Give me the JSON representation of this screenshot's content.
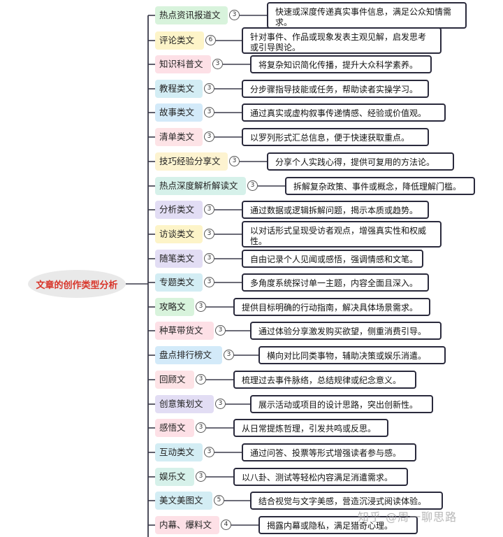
{
  "root": {
    "label": "文章的创作类型分析"
  },
  "branches": [
    {
      "label": "热点资讯报道文",
      "count": "3",
      "desc": "快速或深度传递真实事件信息，满足公众知情需求。",
      "color": "#d8f3dc"
    },
    {
      "label": "评论类文",
      "count": "6",
      "desc": "针对事件、作品或现象发表主观见解，启发思考或引导舆论。",
      "color": "#fdf4c8"
    },
    {
      "label": "知识科普文",
      "count": "3",
      "desc": "将复杂知识简化传播，提升大众科学素养。",
      "color": "#fde0e6"
    },
    {
      "label": "教程类文",
      "count": "3",
      "desc": "分步骤指导技能或任务，帮助读者实操学习。",
      "color": "#d3edf4"
    },
    {
      "label": "故事类文",
      "count": "3",
      "desc": "通过真实或虚构叙事传递情感、经验或价值观。",
      "color": "#d3eaf9"
    },
    {
      "label": "清单类文",
      "count": "3",
      "desc": "以罗列形式汇总信息，便于快速获取重点。",
      "color": "#fde3e6"
    },
    {
      "label": "技巧经验分享文",
      "count": "3",
      "desc": "分享个人实践心得，提供可复用的方法论。",
      "color": "#fdf3d0"
    },
    {
      "label": "热点深度解析解读文",
      "count": "3",
      "desc": "拆解复杂政策、事件或概念，降低理解门槛。",
      "color": "#d6f1ea"
    },
    {
      "label": "分析类文",
      "count": "3",
      "desc": "通过数据或逻辑拆解问题，揭示本质或趋势。",
      "color": "#e2ddf4"
    },
    {
      "label": "访谈类文",
      "count": "3",
      "desc": "以对话形式呈现受访者观点，增强真实性和权威性。",
      "color": "#fdf4c8"
    },
    {
      "label": "随笔类文",
      "count": "3",
      "desc": "自由记录个人见闻或感悟，强调情感和文笔。",
      "color": "#e2ddf4"
    },
    {
      "label": "专题类文",
      "count": "3",
      "desc": "多角度系统探讨单一主题，内容全面且深入。",
      "color": "#d3edf4"
    },
    {
      "label": "攻略文",
      "count": "3",
      "desc": "提供目标明确的行动指南，解决具体场景需求。",
      "color": "#d8f3dc"
    },
    {
      "label": "种草带货文",
      "count": "3",
      "desc": "通过体验分享激发购买欲望，侧重消费引导。",
      "color": "#fde0e6"
    },
    {
      "label": "盘点排行榜文",
      "count": "3",
      "desc": "横向对比同类事物，辅助决策或娱乐消遣。",
      "color": "#d3eaf9"
    },
    {
      "label": "回顾文",
      "count": "3",
      "desc": "梳理过去事件脉络，总结规律或纪念意义。",
      "color": "#fde3e6"
    },
    {
      "label": "创意策划文",
      "count": "3",
      "desc": "展示活动或项目的设计思路，突出创新性。",
      "color": "#e2ddf4"
    },
    {
      "label": "感悟文",
      "count": "3",
      "desc": "从日常提炼哲理，引发共鸣或反思。",
      "color": "#fde0e6"
    },
    {
      "label": "互动类文",
      "count": "3",
      "desc": "通过问答、投票等形式增强读者参与感。",
      "color": "#d3edf4"
    },
    {
      "label": "娱乐文",
      "count": "3",
      "desc": "以八卦、测试等轻松内容满足消遣需求。",
      "color": "#d6f1ea"
    },
    {
      "label": "美文美图文",
      "count": "5",
      "desc": "结合视觉与文字美感，营造沉浸式阅读体验。",
      "color": "#d3edf4"
    },
    {
      "label": "内幕、爆料文",
      "count": "4",
      "desc": "揭露内幕或隐私，满足猎奇心理。",
      "color": "#fde0e6"
    }
  ],
  "watermark": "知乎 @周一聊思路"
}
